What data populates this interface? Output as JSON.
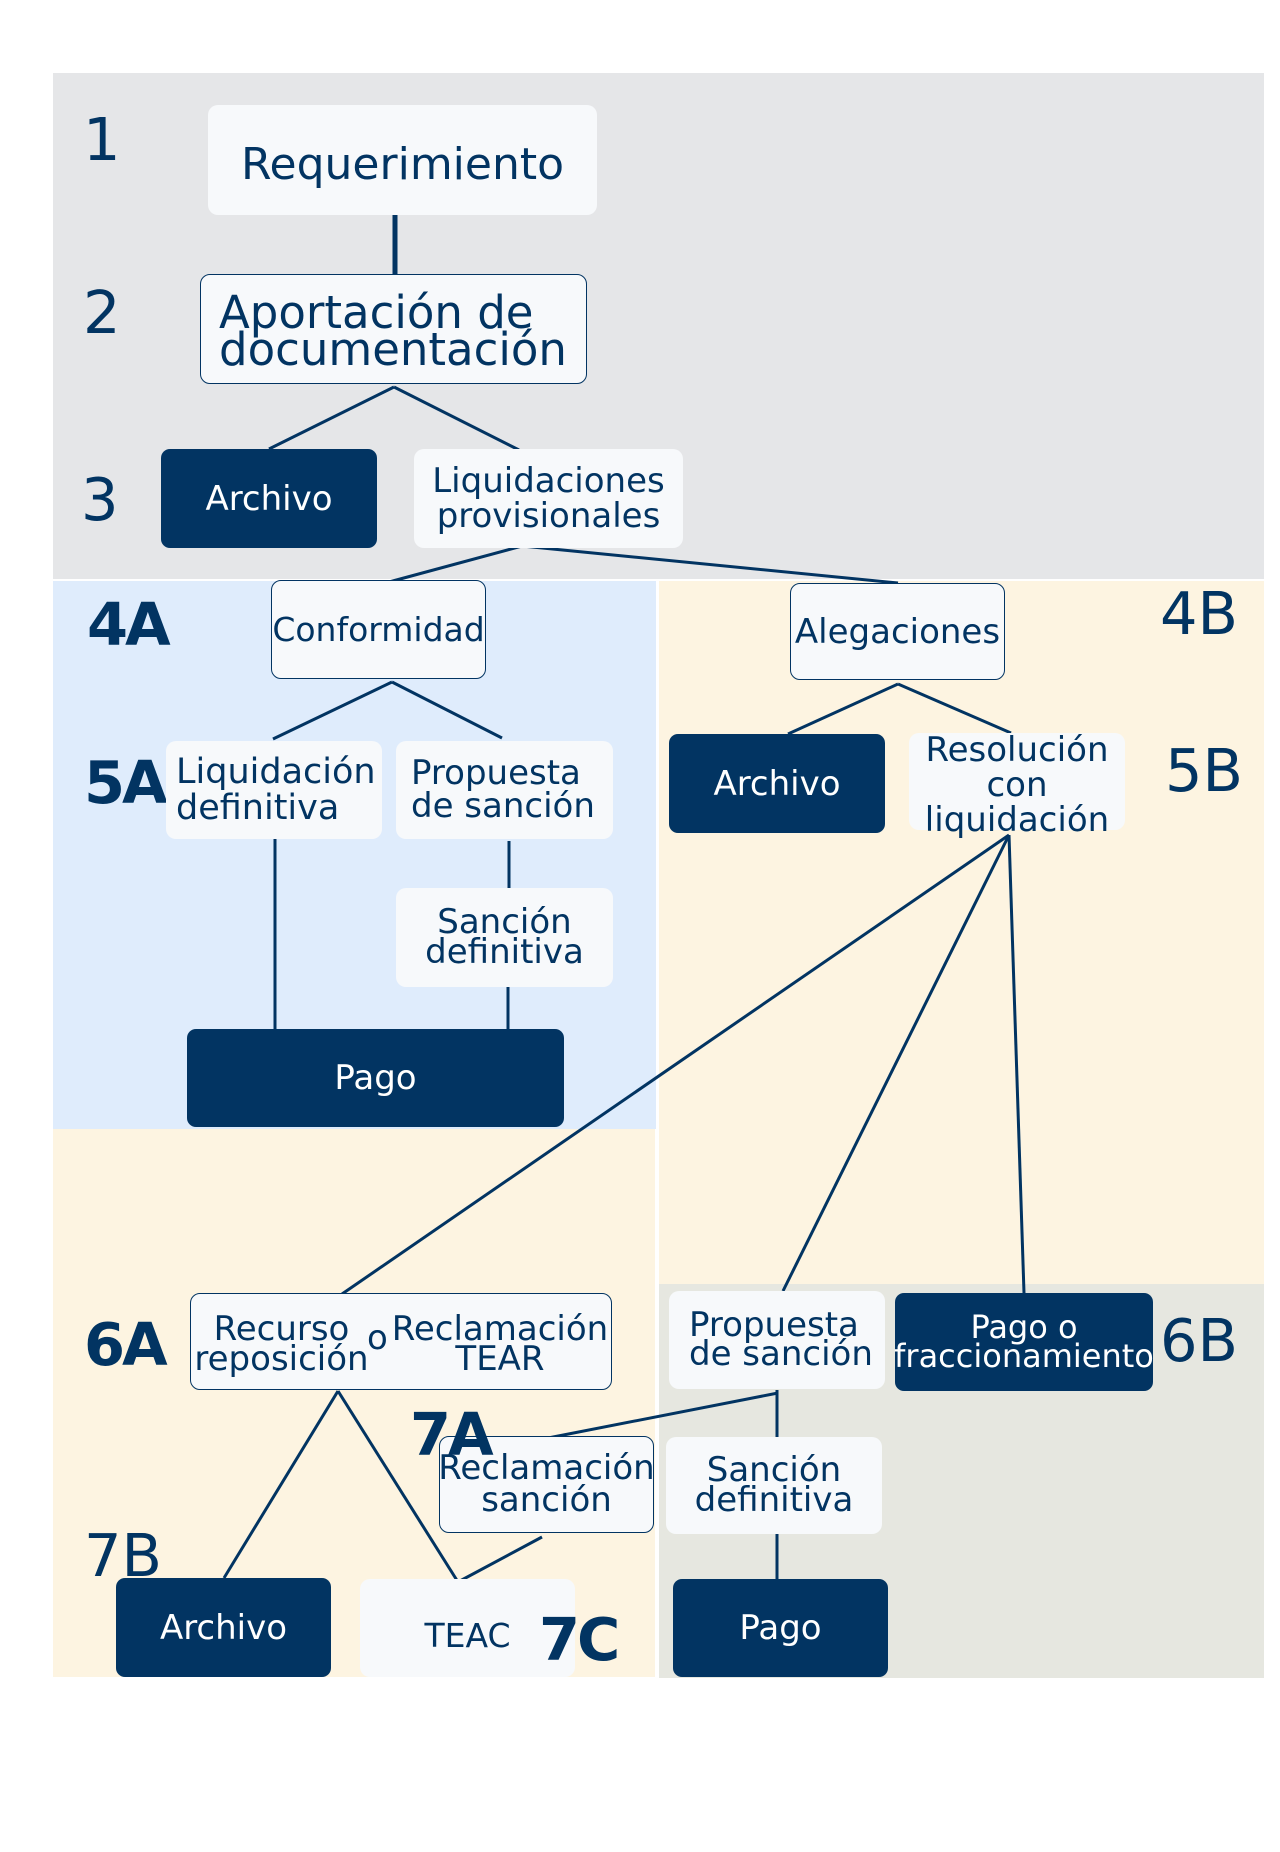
{
  "colors": {
    "navy": "#023462",
    "node_light": "#f7f9fb",
    "panel_gray": "#e5e6e8",
    "panel_blue": "#dfecfc",
    "panel_beige": "#fdf4e1",
    "panel_graygreen": "#e6e7e0",
    "dark_node_text": "#ffffff"
  },
  "stages": {
    "s1": "1",
    "s2": "2",
    "s3": "3",
    "s4a": "4A",
    "s4b": "4B",
    "s5a": "5A",
    "s5b": "5B",
    "s6a": "6A",
    "s6b": "6B",
    "s7a": "7A",
    "s7b": "7B",
    "s7c": "7C"
  },
  "nodes": {
    "requerimiento": {
      "label": "Requerimiento",
      "stage": "1",
      "variant": "light"
    },
    "aportacion": {
      "label": "Aportación de\ndocumentación",
      "stage": "2",
      "variant": "bordered"
    },
    "archivo_3": {
      "label": "Archivo",
      "stage": "3",
      "variant": "dark"
    },
    "liquidaciones_provisionales": {
      "label": "Liquidaciones\nprovisionales",
      "stage": "3",
      "variant": "light"
    },
    "conformidad": {
      "label": "Conformidad",
      "stage": "4A",
      "variant": "bordered"
    },
    "alegaciones": {
      "label": "Alegaciones",
      "stage": "4B",
      "variant": "bordered"
    },
    "liquidacion_definitiva": {
      "label": "Liquidación\ndefinitiva",
      "stage": "5A",
      "variant": "light"
    },
    "propuesta_sancion_a": {
      "label": "Propuesta\nde sanción",
      "stage": "5A",
      "variant": "light"
    },
    "sancion_definitiva_a": {
      "label": "Sanción\ndefinitiva",
      "stage": "5A",
      "variant": "light"
    },
    "pago_a": {
      "label": "Pago",
      "stage": "5A",
      "variant": "dark"
    },
    "archivo_5b": {
      "label": "Archivo",
      "stage": "5B",
      "variant": "dark"
    },
    "resolucion_liquidacion": {
      "label": "Resolución\ncon\nliquidación",
      "stage": "5B",
      "variant": "light"
    },
    "recurso_o_reclamacion": {
      "left_label": "Recurso\nreposición",
      "connector": "o",
      "right_label": "Reclamación\nTEAR",
      "stage": "6A",
      "variant": "bordered"
    },
    "propuesta_sancion_b": {
      "label": "Propuesta\nde sanción",
      "stage": "6B",
      "variant": "light"
    },
    "pago_fraccionamiento": {
      "label": "Pago o\nfraccionamiento",
      "stage": "6B",
      "variant": "dark"
    },
    "reclamacion_sancion": {
      "label": "Reclamación\nsanción",
      "stage": "7A",
      "variant": "bordered"
    },
    "sancion_definitiva_b": {
      "label": "Sanción\ndefinitiva",
      "stage": "6B",
      "variant": "light"
    },
    "archivo_7b": {
      "label": "Archivo",
      "stage": "7B",
      "variant": "dark"
    },
    "teac": {
      "label": "TEAC",
      "stage": "7C",
      "variant": "light"
    },
    "pago_b": {
      "label": "Pago",
      "stage": "6B",
      "variant": "dark"
    }
  },
  "connections": [
    {
      "from": "requerimiento",
      "to": "aportacion"
    },
    {
      "from": "aportacion",
      "to": "archivo_3"
    },
    {
      "from": "aportacion",
      "to": "liquidaciones_provisionales"
    },
    {
      "from": "liquidaciones_provisionales",
      "to": "conformidad"
    },
    {
      "from": "liquidaciones_provisionales",
      "to": "alegaciones"
    },
    {
      "from": "conformidad",
      "to": "liquidacion_definitiva"
    },
    {
      "from": "conformidad",
      "to": "propuesta_sancion_a"
    },
    {
      "from": "liquidacion_definitiva",
      "to": "pago_a"
    },
    {
      "from": "propuesta_sancion_a",
      "to": "sancion_definitiva_a"
    },
    {
      "from": "sancion_definitiva_a",
      "to": "pago_a"
    },
    {
      "from": "alegaciones",
      "to": "archivo_5b"
    },
    {
      "from": "alegaciones",
      "to": "resolucion_liquidacion"
    },
    {
      "from": "resolucion_liquidacion",
      "to": "recurso_o_reclamacion"
    },
    {
      "from": "resolucion_liquidacion",
      "to": "propuesta_sancion_b"
    },
    {
      "from": "resolucion_liquidacion",
      "to": "pago_fraccionamiento"
    },
    {
      "from": "recurso_o_reclamacion",
      "to": "archivo_7b"
    },
    {
      "from": "recurso_o_reclamacion",
      "to": "teac"
    },
    {
      "from": "reclamacion_sancion",
      "to": "teac"
    },
    {
      "from": "propuesta_sancion_b",
      "to": "reclamacion_sancion"
    },
    {
      "from": "propuesta_sancion_b",
      "to": "sancion_definitiva_b"
    },
    {
      "from": "sancion_definitiva_b",
      "to": "pago_b"
    }
  ]
}
